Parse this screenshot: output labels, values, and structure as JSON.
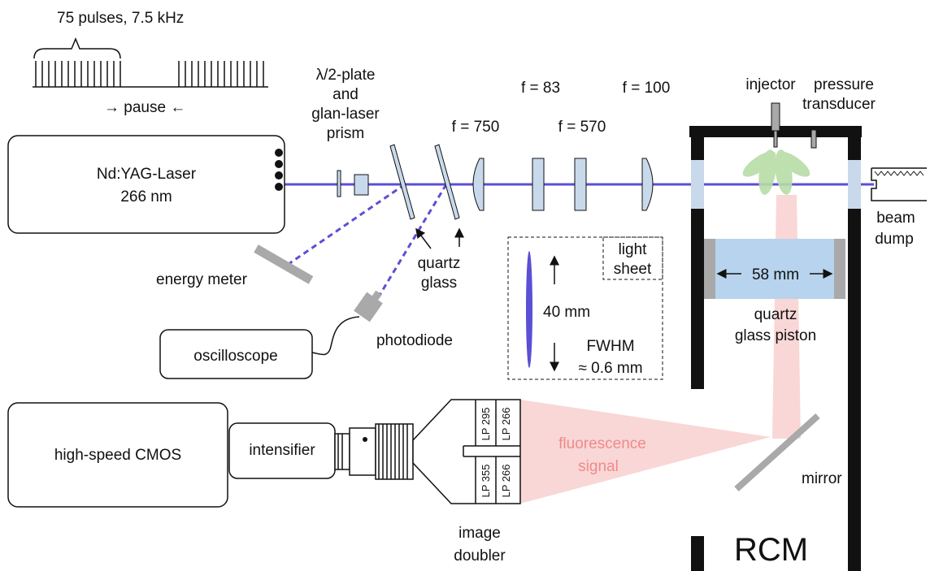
{
  "pulse_train": {
    "label": "75 pulses, 7.5 kHz",
    "pause_label": "→ pause ←"
  },
  "laser": {
    "line1": "Nd:YAG-Laser",
    "line2": "266 nm"
  },
  "optics": {
    "waveplate_line1": "λ/2-plate",
    "waveplate_line2": "and",
    "waveplate_line3": "glan-laser",
    "waveplate_line4": "prism",
    "quartz_line1": "quartz",
    "quartz_line2": "glass",
    "lens1": "f = 750",
    "lens2": "f = 83",
    "lens3": "f = 570",
    "lens4": "f = 100"
  },
  "diagnostics": {
    "energy_meter": "energy meter",
    "photodiode": "photodiode",
    "oscilloscope": "oscilloscope"
  },
  "light_sheet": {
    "title_line1": "light",
    "title_line2": "sheet",
    "height": "40 mm",
    "fwhm_line1": "FWHM",
    "fwhm_line2": "≈ 0.6 mm"
  },
  "rcm": {
    "injector": "injector",
    "pressure_line1": "pressure",
    "pressure_line2": "transducer",
    "beam_dump_line1": "beam",
    "beam_dump_line2": "dump",
    "piston_width": "58 mm",
    "piston_line1": "quartz",
    "piston_line2": "glass piston",
    "mirror": "mirror",
    "title": "RCM"
  },
  "camera": {
    "cmos": "high-speed CMOS",
    "intensifier": "intensifier",
    "doubler_line1": "image",
    "doubler_line2": "doubler",
    "filter_top_a": "LP 295",
    "filter_top_b": "LP 266",
    "filter_bot_a": "LP 355",
    "filter_bot_b": "LP 266",
    "signal_line1": "fluorescence",
    "signal_line2": "signal"
  },
  "colors": {
    "beam": "#5b4fd6",
    "glass": "#c9d9ec",
    "signal": "#f7c9c9",
    "spray": "#b8dca6",
    "piston": "#b7d3ee",
    "signal_text": "#f08a8a"
  }
}
